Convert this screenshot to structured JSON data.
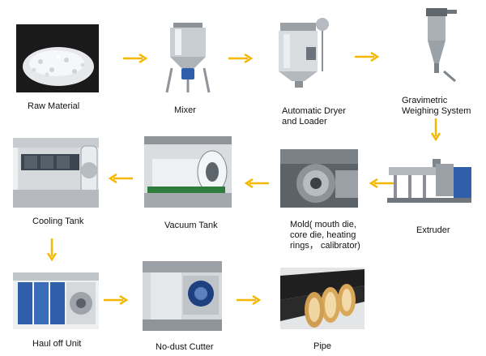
{
  "steps": {
    "raw_material": "Raw  Material",
    "mixer": "Mixer",
    "dryer": [
      "Automatic Dryer",
      "and Loader"
    ],
    "gravimetric": [
      "Gravimetric",
      "Weighing System"
    ],
    "extruder": "Extruder",
    "mold": [
      "Mold( mouth die,",
      "core die, heating",
      "rings， calibrator)"
    ],
    "vacuum_tank": "Vacuum Tank",
    "cooling_tank": "Cooling Tank",
    "haul_off": "Haul off Unit",
    "cutter": "No-dust Cutter",
    "pipe": "Pipe"
  },
  "colors": {
    "arrow": "#f5b800"
  }
}
